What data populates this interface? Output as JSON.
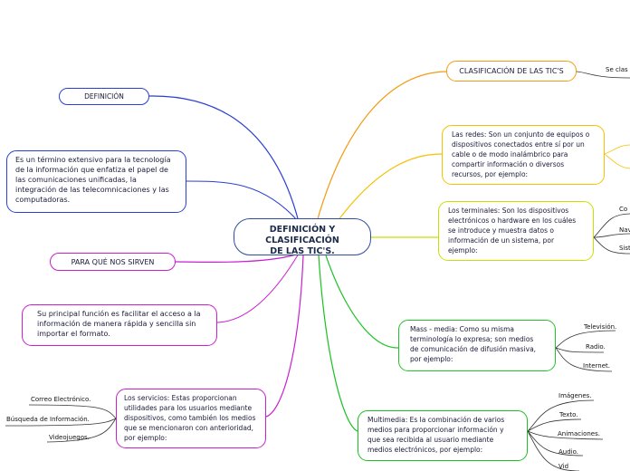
{
  "central_topic": "DEFINICIÓN Y CLASIFICACIÓN\nDE LAS  TIC'S.",
  "left": {
    "definicion": {
      "title": "DEFINICIÓN",
      "text": "Es un término extensivo para la tecnología de la información que enfatiza el papel de las comunicaciones unificadas, la integración de las telecomnicaciones y las computadoras."
    },
    "para_que": {
      "title": "PARA QUÉ NOS SIRVEN",
      "text": "Su principal función es facilitar el acceso a la información de manera rápida y sencilla sin importar el formato."
    },
    "servicios": {
      "text": "Los servicios: Estas proporcionan utilidades para los usuarios mediante dispositivos, como también los medios que se mencionaron con anterioridad, por ejemplo:",
      "examples": [
        "Correo Electrónico.",
        "Búsqueda de Información.",
        "Videojuegos."
      ]
    }
  },
  "right": {
    "clasificacion": {
      "title": "CLASIFICACIÓN DE LAS TIC'S",
      "leaf": "Se clas"
    },
    "redes": {
      "text": "Las redes: Son un conjunto de equipos o dispositivos conectados entre sí por un cable o de modo inalámbrico para compartir información o diversos recursos, por ejemplo:"
    },
    "terminales": {
      "text": "Los terminales: Son los dispositivos electrónicos o hardware en los cuáles se introduce y muestra datos o información de un sistema, por ejemplo:",
      "examples": [
        "Co",
        "Nav",
        "Sist"
      ]
    },
    "mass_media": {
      "text": "Mass - media: Como su misma terminología lo expresa; son medios de comunicación de difusión masiva, por ejemplo:",
      "examples": [
        "Televisión.",
        "Radio.",
        "Internet."
      ]
    },
    "multimedia": {
      "text": "Multimedia: Es la combinación de varios medios para proporcionar información y que sea recibida al usuario mediante medios electrónicos, por ejemplo:",
      "examples": [
        "Imágenes.",
        "Texto.",
        "Animaciones.",
        "Audio.",
        "Vid"
      ]
    }
  },
  "colors": {
    "definicion": "#2a3fd6",
    "para_que": "#c81fd0",
    "servicios": "#c81fd0",
    "clasificacion": "#f39c12",
    "redes": "#f5c000",
    "terminales": "#c8e000",
    "mass_media": "#22c32a",
    "multimedia": "#18c020",
    "center_border": "#2d4ea0"
  }
}
